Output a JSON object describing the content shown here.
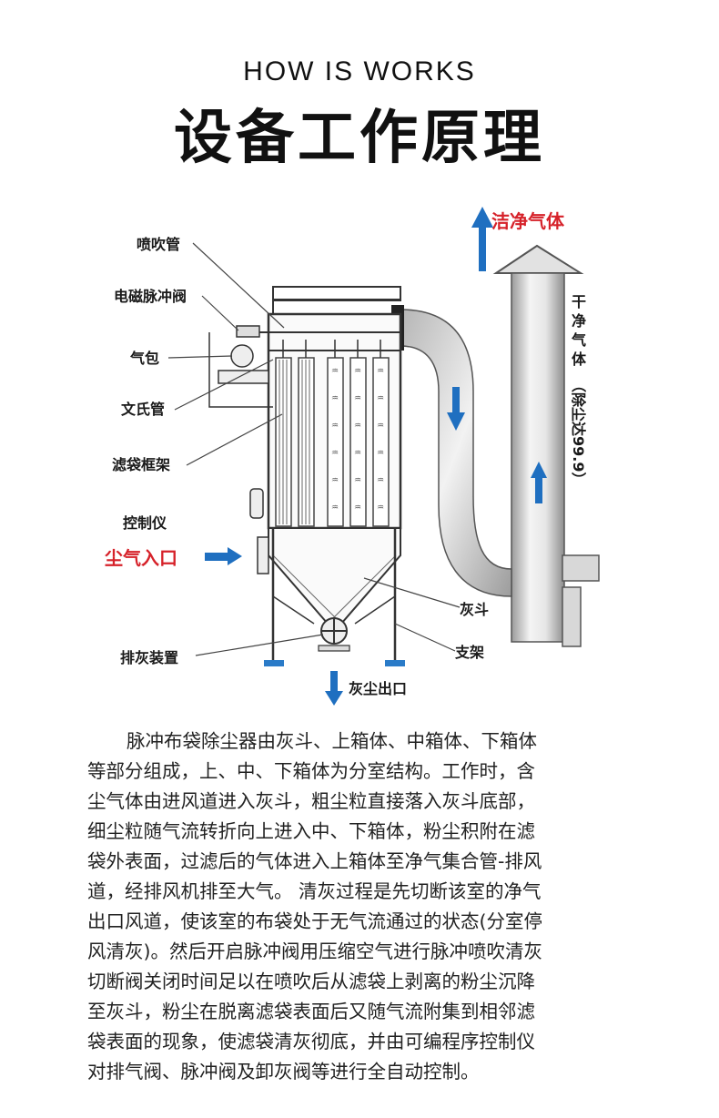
{
  "header": {
    "title_en": "HOW IS WORKS",
    "title_zh": "设备工作原理"
  },
  "diagram": {
    "labels": {
      "nozzle": "喷吹管",
      "pulse_valve": "电磁脉冲阀",
      "air_bag": "气包",
      "venturi": "文氏管",
      "bag_frame": "滤袋框架",
      "controller": "控制仪",
      "dust_inlet": "尘气入口",
      "discharge": "排灰装置",
      "ash_hopper": "灰斗",
      "support": "支架",
      "ash_outlet": "灰尘出口",
      "clean_gas": "洁净气体",
      "clean_gas_vertical_1": "干",
      "clean_gas_vertical_2": "净",
      "clean_gas_vertical_3": "气",
      "clean_gas_vertical_4": "体",
      "efficiency": "（除尘达99.9）"
    },
    "colors": {
      "label_red": "#d6222a",
      "arrow_blue": "#1f6fc0",
      "support_blue": "#2a7bc8"
    }
  },
  "description": {
    "lines": [
      "脉冲布袋除尘器由灰斗、上箱体、中箱体、下箱体",
      "等部分组成，上、中、下箱体为分室结构。工作时，含",
      "尘气体由进风道进入灰斗，粗尘粒直接落入灰斗底部，",
      "细尘粒随气流转折向上进入中、下箱体，粉尘积附在滤",
      "袋外表面，过滤后的气体进入上箱体至净气集合管-排风",
      "道，经排风机排至大气。 清灰过程是先切断该室的净气",
      "出口风道，使该室的布袋处于无气流通过的状态(分室停",
      "风清灰)。然后开启脉冲阀用压缩空气进行脉冲喷吹清灰",
      "切断阀关闭时间足以在喷吹后从滤袋上剥离的粉尘沉降",
      "至灰斗，粉尘在脱离滤袋表面后又随气流附集到相邻滤",
      "袋表面的现象，使滤袋清灰彻底，并由可编程序控制仪",
      "对排气阀、脉冲阀及卸灰阀等进行全自动控制。"
    ]
  }
}
